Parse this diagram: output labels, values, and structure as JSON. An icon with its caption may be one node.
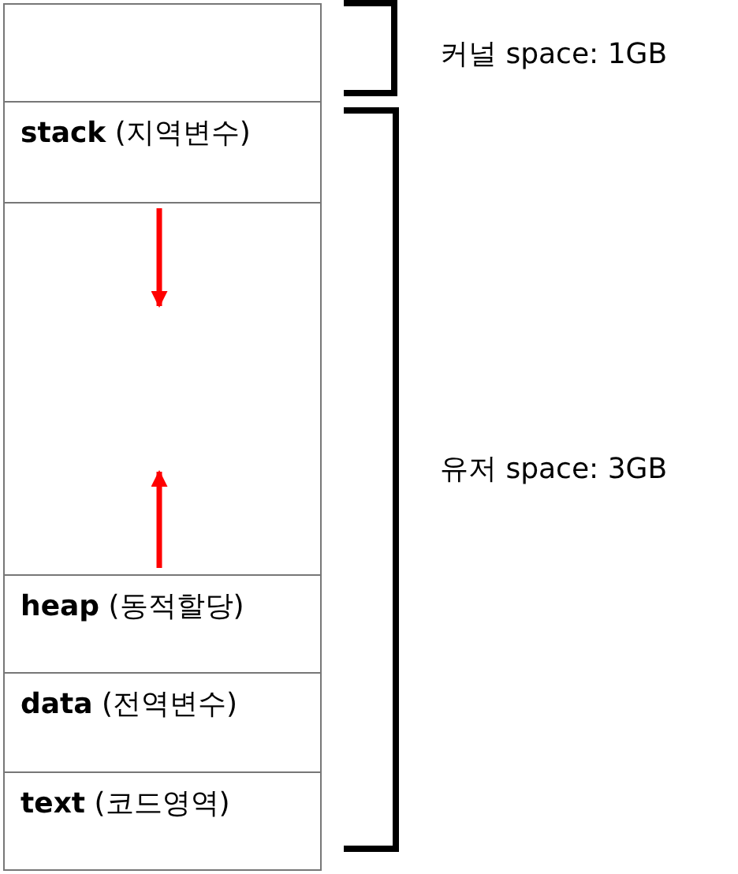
{
  "diagram": {
    "nodes": [
      {
        "text": [],
        "shape": "box"
      },
      {
        "text": [
          "**stack** (지역변수)"
        ]
      },
      {
        "text": [],
        "shape": "box"
      },
      {
        "text": [
          "**heap** (동적할당)"
        ]
      },
      {
        "text": [
          "**data** (전역변수)"
        ]
      },
      {
        "text": [
          "**text** (코드영역)"
        ]
      }
    ],
    "labels": [
      "커널 space: 1GB",
      "유저 space: 3GB"
    ]
  }
}
